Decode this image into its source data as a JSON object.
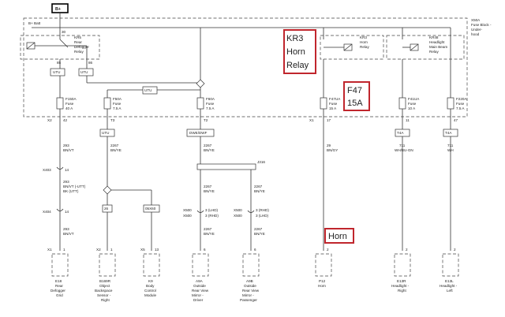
{
  "supply": {
    "label": "B+"
  },
  "module": {
    "name": "X50A",
    "lines": [
      "Fuse Block -",
      "Under-",
      "hood"
    ]
  },
  "relays": [
    {
      "id": "KR5",
      "lines": [
        "Rear",
        "Defogger",
        "Relay"
      ],
      "pin_top": "30",
      "pin_left": "85",
      "pin_right": "86"
    },
    {
      "id": "KR3",
      "lines": [
        "Horn",
        "Relay"
      ]
    },
    {
      "id": "KR48",
      "lines": [
        "Headlight",
        "Main Beam",
        "Relay"
      ]
    }
  ],
  "fuses": [
    {
      "id": "F150A",
      "lines": [
        "Fuse",
        "40 A"
      ]
    },
    {
      "id": "F50A",
      "lines": [
        "Fuse",
        "7.5 A"
      ]
    },
    {
      "id": "F60A",
      "lines": [
        "Fuse",
        "7.5 A"
      ]
    },
    {
      "id": "F47UA",
      "lines": [
        "Fuse",
        "15 A"
      ]
    },
    {
      "id": "F41UA",
      "lines": [
        "Fuse",
        "10 A"
      ]
    },
    {
      "id": "F220A",
      "lines": [
        "Fuse",
        "7.5 A"
      ]
    }
  ],
  "tags": {
    "utu_a": "UTU",
    "utu_b": "UTU",
    "utu_c": "UTU",
    "utu_d": "UTU",
    "dwe": "DWE/DWF",
    "t4a_a": "T4A",
    "t4a_b": "T4A",
    "b_batt": "B+ Batt"
  },
  "connectors": {
    "x2_left": "X2",
    "x2_pin": "42",
    "t3": "T3",
    "t2": "T2",
    "x1_mid": "X1",
    "p17": "17",
    "p11": "11",
    "p47": "47",
    "x403": "X403",
    "x403_pin": "14",
    "x404": "X404",
    "x404_pin": "14",
    "x500a": "X500",
    "x500b": "X500",
    "x500c": "X500",
    "x500d": "X500",
    "lhd_a": "3 (LHD)",
    "rhd_a": "3 (RHD)",
    "rhd_b": "3 (RHD)",
    "lhd_b": "3 (LHD)",
    "splice_id": "J316",
    "box_26": "26",
    "box_x5": "05X60",
    "b_x1": "X1",
    "b_x1p": "1",
    "b_x2": "X2",
    "b_x2p": "1",
    "b_x3": "X5",
    "b_x3p": "13",
    "b_p6a": "6",
    "b_p6b": "6",
    "b_p2a": "2",
    "b_p2b": "2",
    "b_p2c": "2"
  },
  "wires": {
    "w1": "293",
    "w1c": "BN/VT",
    "w2": "293",
    "w2c": "BN/VT (-UTT)",
    "w2d": "BK (UTT)",
    "w3": "293",
    "w3c": "BN/VT",
    "w4": "2267",
    "w4c": "BN/YE",
    "w5": "2267",
    "w5c": "BN/YE",
    "w6": "2267",
    "w6c": "BN/YE",
    "w7": "2267",
    "w7c": "BN/YE",
    "w8": "2267",
    "w8c": "BN/YE",
    "w9": "2267",
    "w9c": "BN/YE",
    "w10": "2267",
    "w10c": "BN/YE",
    "w11": "29",
    "w11c": "BN/GY",
    "w12": "711",
    "w12c": "WH/BU-GN",
    "w13": "711",
    "w13c": "WH"
  },
  "components": [
    {
      "id": "E18",
      "lines": [
        "Rear",
        "Defogger",
        "Grid"
      ]
    },
    {
      "id": "B169R",
      "lines": [
        "Object",
        "Backspace",
        "Sensor -",
        "Right"
      ]
    },
    {
      "id": "K9",
      "lines": [
        "Body",
        "Control",
        "Module"
      ]
    },
    {
      "id": "A9A",
      "lines": [
        "Outside",
        "Rear View",
        "Mirror -",
        "Driver"
      ]
    },
    {
      "id": "A9B",
      "lines": [
        "Outside",
        "Rear View",
        "Mirror -",
        "Passenger"
      ]
    },
    {
      "id": "P12",
      "lines": [
        "Horn"
      ]
    },
    {
      "id": "E13R",
      "lines": [
        "Headlight -",
        "Right"
      ]
    },
    {
      "id": "E13L",
      "lines": [
        "Headlight -",
        "Left"
      ]
    }
  ],
  "annotations": {
    "kr3": [
      "KR3",
      "Horn",
      "Relay"
    ],
    "f47": [
      "F47",
      "15A"
    ],
    "horn": "Horn"
  }
}
